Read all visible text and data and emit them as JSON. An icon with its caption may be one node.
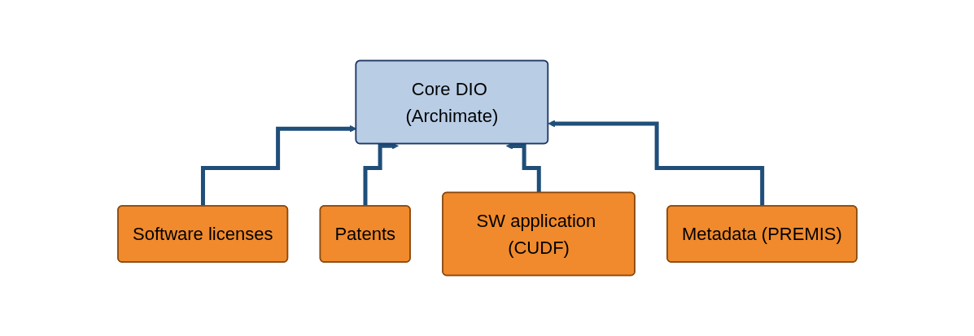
{
  "diagram": {
    "nodes": [
      {
        "text": [
          "Core DIO (Archimate)"
        ]
      },
      {
        "text": [
          "Software licenses"
        ]
      },
      {
        "text": [
          "Patents"
        ]
      },
      {
        "text": [
          "SW application (CUDF)"
        ]
      },
      {
        "text": [
          "Metadata (PREMIS)"
        ]
      }
    ],
    "edges": [
      {
        "from": 1,
        "to": 0,
        "arrow": "to"
      },
      {
        "from": 2,
        "to": 0,
        "arrow": "to"
      },
      {
        "from": 3,
        "to": 0,
        "arrow": "to"
      },
      {
        "from": 4,
        "to": 0,
        "arrow": "to"
      }
    ]
  }
}
